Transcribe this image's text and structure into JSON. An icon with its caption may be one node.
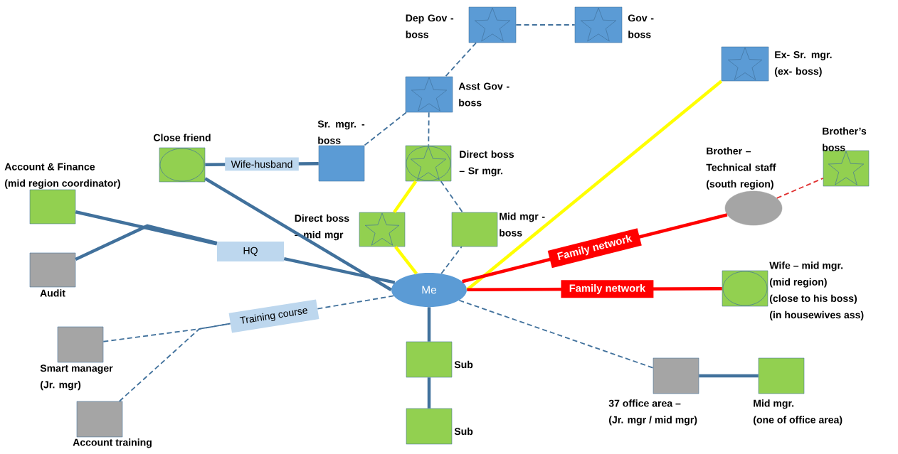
{
  "diagram": {
    "nodes": [
      {
        "text": [
          "Dep Gov - boss"
        ]
      },
      {
        "text": [
          "Gov - boss"
        ]
      },
      {
        "text": [
          "Ex- Sr. mgr. (ex- boss)"
        ]
      },
      {
        "text": [
          "Asst Gov - boss"
        ]
      },
      {
        "text": [
          "Sr. mgr. - boss"
        ]
      },
      {
        "text": [
          "Close friend"
        ]
      },
      {
        "text": [
          "Direct boss – Sr mgr."
        ]
      },
      {
        "text": [
          "Account & Finance",
          "(mid region coordinator)"
        ]
      },
      {
        "text": [
          "Audit"
        ]
      },
      {
        "text": [
          "HQ"
        ]
      },
      {
        "text": [
          "Direct boss – mid mgr"
        ]
      },
      {
        "text": [
          "Mid mgr - boss"
        ]
      },
      {
        "text": [
          "Brother – Technical staff",
          "(south region)"
        ]
      },
      {
        "text": [
          "Brother’s boss"
        ]
      },
      {
        "text": [
          "Me"
        ]
      },
      {
        "text": [
          "Wife – mid mgr.",
          "(mid region)",
          "(close to his boss)",
          "(in housewives ass)"
        ]
      },
      {
        "text": [
          "Smart manager",
          "(Jr. mgr)"
        ]
      },
      {
        "text": [
          "Training course"
        ]
      },
      {
        "text": [
          "Account training"
        ]
      },
      {
        "text": [
          "Sub"
        ]
      },
      {
        "text": [
          "Sub"
        ]
      },
      {
        "text": [
          "37 office area –",
          "(Jr. mgr / mid mgr)"
        ]
      },
      {
        "text": [
          "Mid mgr.",
          "(one of office area)"
        ]
      }
    ],
    "edges": [
      {
        "from": 0,
        "to": 1,
        "arrow": "none",
        "style": "dashed"
      },
      {
        "from": 0,
        "to": 3,
        "arrow": "none",
        "style": "dashed"
      },
      {
        "from": 3,
        "to": 4,
        "arrow": "none",
        "style": "dashed"
      },
      {
        "from": 3,
        "to": 6,
        "arrow": "none",
        "style": "dashed"
      },
      {
        "from": 6,
        "to": 11,
        "arrow": "none",
        "style": "dashed"
      },
      {
        "from": 5,
        "to": 4,
        "arrow": "none",
        "label": "Wife-husband"
      },
      {
        "from": 5,
        "to": 14,
        "arrow": "none"
      },
      {
        "from": 7,
        "to": 9,
        "arrow": "none"
      },
      {
        "from": 8,
        "to": 9,
        "arrow": "none"
      },
      {
        "from": 9,
        "to": 14,
        "arrow": "none"
      },
      {
        "from": 6,
        "to": 10,
        "arrow": "none",
        "color": "#ffff00"
      },
      {
        "from": 10,
        "to": 14,
        "arrow": "none",
        "color": "#ffff00"
      },
      {
        "from": 14,
        "to": 2,
        "arrow": "none",
        "color": "#ffff00"
      },
      {
        "from": 14,
        "to": 12,
        "arrow": "none",
        "color": "#ff0000",
        "label": "Family network"
      },
      {
        "from": 12,
        "to": 13,
        "arrow": "none",
        "style": "dashed",
        "color": "#e03030"
      },
      {
        "from": 14,
        "to": 15,
        "arrow": "none",
        "color": "#ff0000",
        "label": "Family network"
      },
      {
        "from": 14,
        "to": 11,
        "arrow": "none",
        "style": "dashed"
      },
      {
        "from": 14,
        "to": 17,
        "arrow": "none",
        "style": "dashed"
      },
      {
        "from": 16,
        "to": 17,
        "arrow": "none",
        "style": "dashed"
      },
      {
        "from": 18,
        "to": 17,
        "arrow": "none",
        "style": "dashed"
      },
      {
        "from": 14,
        "to": 19,
        "arrow": "none"
      },
      {
        "from": 19,
        "to": 20,
        "arrow": "none"
      },
      {
        "from": 14,
        "to": 21,
        "arrow": "none",
        "style": "dashed"
      },
      {
        "from": 21,
        "to": 22,
        "arrow": "none"
      }
    ]
  }
}
